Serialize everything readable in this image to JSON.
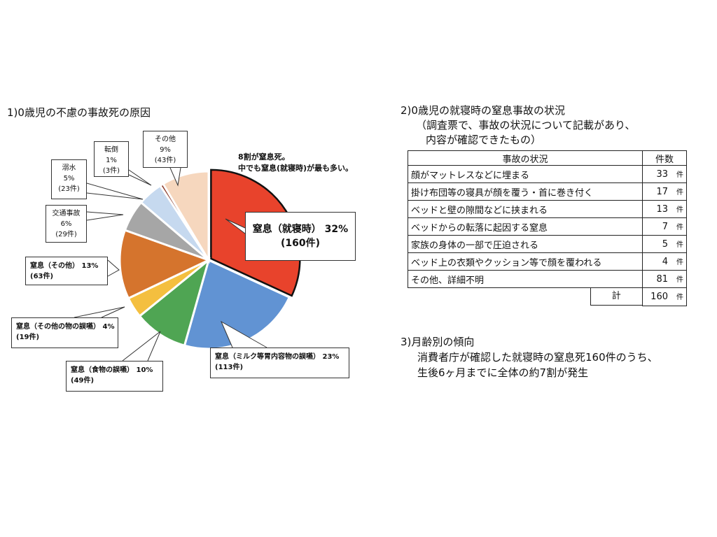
{
  "chart_data": {
    "type": "pie",
    "title": "1)0歳児の不慮の事故死の原因",
    "annotation": [
      "8割が窒息死。",
      "中でも窒息(就寝時)が最も多い。"
    ],
    "slices": [
      {
        "label": "窒息（就寝時）",
        "percent": "32%",
        "count": "(160件)",
        "value": 160,
        "color": "#E8432C"
      },
      {
        "label": "窒息（ミルク等胃内容物の誤嚥）",
        "percent": "23%",
        "count": "(113件)",
        "value": 113,
        "color": "#6193D3"
      },
      {
        "label": "窒息（食物の誤嚥）",
        "percent": "10%",
        "count": "(49件)",
        "value": 49,
        "color": "#4FA553"
      },
      {
        "label": "窒息（その他の物の誤嚥）",
        "percent": "4%",
        "count": "(19件)",
        "value": 19,
        "color": "#F4BF3F"
      },
      {
        "label": "窒息（その他）",
        "percent": "13%",
        "count": "(63件)",
        "value": 63,
        "color": "#D5742D"
      },
      {
        "label": "交通事故",
        "percent": "6%",
        "count": "(29件)",
        "value": 29,
        "color": "#A6A6A6"
      },
      {
        "label": "溺水",
        "percent": "5%",
        "count": "(23件)",
        "value": 23,
        "color": "#C6D9EF"
      },
      {
        "label": "転倒",
        "percent": "1%",
        "count": "(3件)",
        "value": 3,
        "color": "#8B3A2A"
      },
      {
        "label": "その他",
        "percent": "9%",
        "count": "(43件)",
        "value": 43,
        "color": "#F6D7BE"
      }
    ]
  },
  "section2": {
    "title": "2)0歳児の就寝時の窒息事故の状況",
    "subtitle1": "（調査票で、事故の状況について記載があり、",
    "subtitle2": "内容が確認できたもの）",
    "headers": [
      "事故の状況",
      "件数"
    ],
    "rows": [
      {
        "label": "顔がマットレスなどに埋まる",
        "count": "33",
        "unit": "件"
      },
      {
        "label": "掛け布団等の寝具が顔を覆う・首に巻き付く",
        "count": "17",
        "unit": "件"
      },
      {
        "label": "ベッドと壁の隙間などに挟まれる",
        "count": "13",
        "unit": "件"
      },
      {
        "label": "ベッドからの転落に起因する窒息",
        "count": "7",
        "unit": "件"
      },
      {
        "label": "家族の身体の一部で圧迫される",
        "count": "5",
        "unit": "件"
      },
      {
        "label": "ベッド上の衣類やクッション等で顔を覆われる",
        "count": "4",
        "unit": "件"
      },
      {
        "label": "その他、詳細不明",
        "count": "81",
        "unit": "件"
      }
    ],
    "total": {
      "label": "計",
      "count": "160",
      "unit": "件"
    }
  },
  "section3": {
    "title": "3)月齢別の傾向",
    "line1": "消費者庁が確認した就寝時の窒息死160件のうち、",
    "line2": "生後6ヶ月までに全体の約7割が発生"
  }
}
